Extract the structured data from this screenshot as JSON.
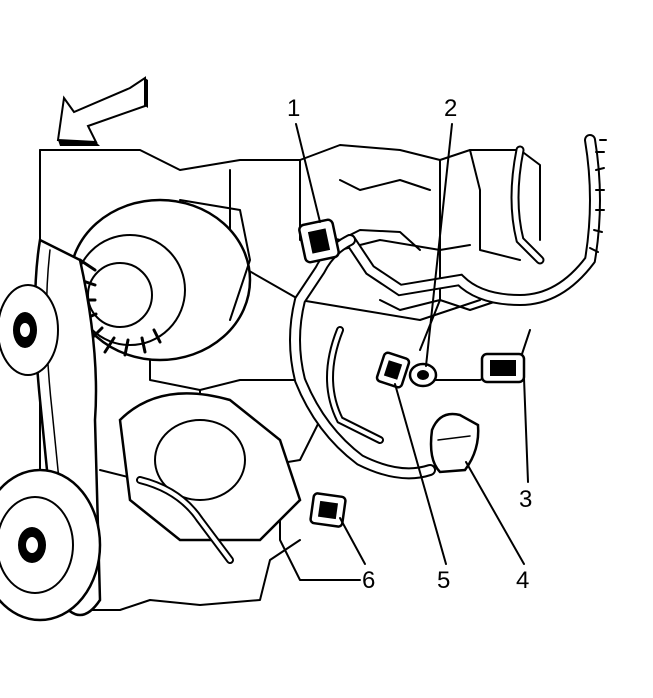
{
  "callouts": [
    {
      "label": "1"
    },
    {
      "label": "2"
    },
    {
      "label": "3"
    },
    {
      "label": "4"
    },
    {
      "label": "5"
    },
    {
      "label": "6"
    }
  ],
  "colors": {
    "ink": "#000000",
    "background": "#ffffff"
  }
}
